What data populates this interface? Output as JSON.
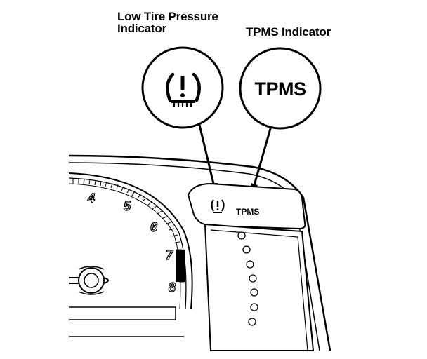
{
  "callouts": {
    "low_pressure_line1": "Low Tire Pressure",
    "low_pressure_line2": "Indicator",
    "tpms": "TPMS Indicator"
  },
  "icons": {
    "low_pressure_symbol": "(!)",
    "tpms_text": "TPMS"
  },
  "cluster": {
    "tach_numbers": [
      "4",
      "5",
      "6",
      "7",
      "8"
    ],
    "panel_tpms_text": "TPMS",
    "panel_low_symbol": "(!)"
  },
  "colors": {
    "line": "#000000",
    "background": "#ffffff"
  }
}
